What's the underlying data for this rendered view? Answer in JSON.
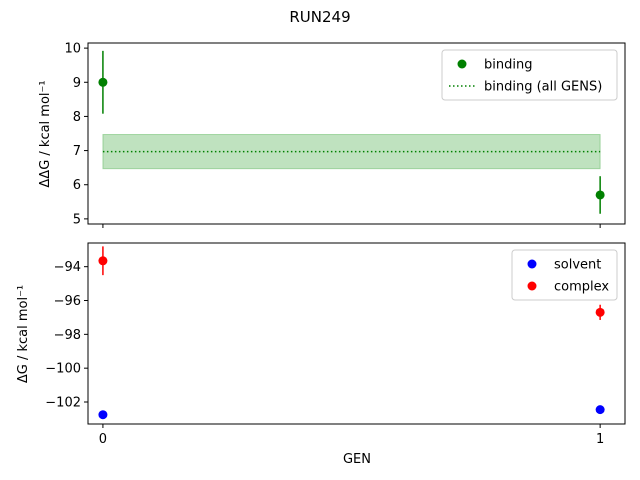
{
  "chart_data": {
    "type": "scatter",
    "title": "RUN249",
    "xlabel": "GEN",
    "x_ticks": [
      "0",
      "1"
    ],
    "xlim": [
      -0.03,
      1.05
    ],
    "panels": [
      {
        "ylabel": "ΔΔG / kcal mol⁻¹",
        "ylim": [
          4.85,
          10.15
        ],
        "y_ticks": [
          5,
          6,
          7,
          8,
          9,
          10
        ],
        "legend": {
          "placement": "upper-right"
        },
        "series": [
          {
            "name": "binding",
            "kind": "points",
            "color": "#008000",
            "points": [
              {
                "x": 0,
                "y": 9.0,
                "err": 0.92
              },
              {
                "x": 1,
                "y": 5.7,
                "err": 0.55
              }
            ]
          },
          {
            "name": "binding (all GENS)",
            "kind": "dotted-line-band",
            "color": "#008000",
            "band_color": "#2ca02c",
            "x": [
              0,
              1
            ],
            "y": 6.97,
            "band": [
              6.47,
              7.47
            ]
          }
        ]
      },
      {
        "ylabel": "ΔG / kcal mol⁻¹",
        "ylim": [
          -103.3,
          -92.6
        ],
        "y_ticks": [
          -94,
          -96,
          -98,
          -100,
          -102
        ],
        "legend": {
          "placement": "upper-right"
        },
        "series": [
          {
            "name": "solvent",
            "kind": "points",
            "color": "#0000ff",
            "points": [
              {
                "x": 0,
                "y": -102.75,
                "err": 0
              },
              {
                "x": 1,
                "y": -102.45,
                "err": 0
              }
            ]
          },
          {
            "name": "complex",
            "kind": "points",
            "color": "#ff0000",
            "points": [
              {
                "x": 0,
                "y": -93.65,
                "err": 0.85
              },
              {
                "x": 1,
                "y": -96.7,
                "err": 0.45
              }
            ]
          }
        ]
      }
    ]
  }
}
